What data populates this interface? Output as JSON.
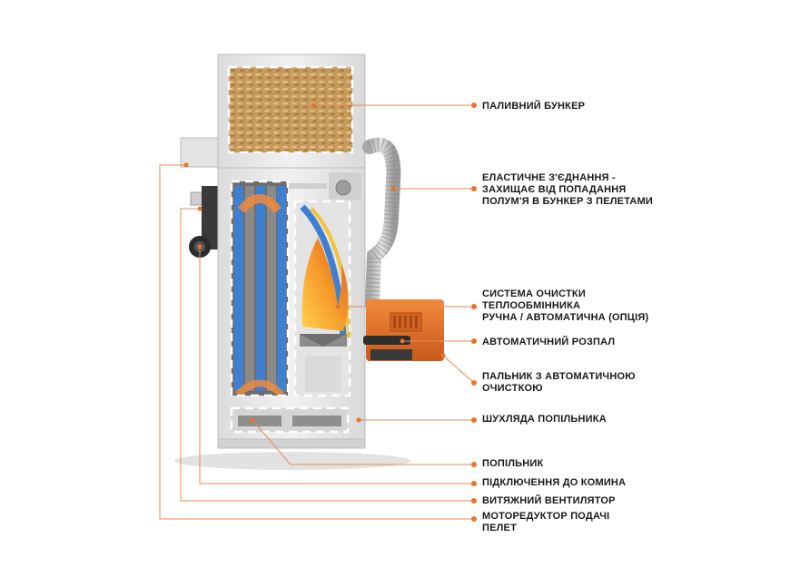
{
  "diagram": {
    "colors": {
      "accent": "#e8732a",
      "leader": "#e58a55",
      "boiler_body": "#e9e9e9",
      "burner": "#e8732a",
      "pellets": "#c9a063",
      "water_blue": "#3f7fcf",
      "flame": "#f59a2c"
    },
    "labels": [
      {
        "id": "fuel-hopper",
        "lines": [
          "ПАЛИВНИЙ БУНКЕР"
        ]
      },
      {
        "id": "flexible-connection",
        "lines": [
          "ЕЛАСТИЧНЕ З'ЄДНАННЯ -",
          "ЗАХИЩАЄ ВІД ПОПАДАННЯ",
          "ПОЛУМ'Я В БУНКЕР З ПЕЛЕТАМИ"
        ]
      },
      {
        "id": "cleaning-system",
        "lines": [
          "СИСТЕМА ОЧИСТКИ",
          "ТЕПЛООБМІННИКА",
          "РУЧНА / АВТОМАТИЧНА (ОПЦІЯ)"
        ]
      },
      {
        "id": "auto-ignition",
        "lines": [
          "АВТОМАТИЧНИЙ РОЗПАЛ"
        ]
      },
      {
        "id": "burner",
        "lines": [
          "ПАЛЬНИК З АВТОМАТИЧНОЮ",
          "ОЧИСТКОЮ"
        ]
      },
      {
        "id": "ash-drawer",
        "lines": [
          "ШУХЛЯДА ПОПІЛЬНИКА"
        ]
      },
      {
        "id": "ash-pan",
        "lines": [
          "ПОПІЛЬНИК"
        ]
      },
      {
        "id": "chimney-connection",
        "lines": [
          "ПІДКЛЮЧЕННЯ ДО КОМИНА"
        ]
      },
      {
        "id": "exhaust-fan",
        "lines": [
          "ВИТЯЖНИЙ ВЕНТИЛЯТОР"
        ]
      },
      {
        "id": "feed-gearmotor",
        "lines": [
          "МОТОРЕДУКТОР ПОДАЧІ",
          "ПЕЛЕТ"
        ]
      }
    ]
  }
}
